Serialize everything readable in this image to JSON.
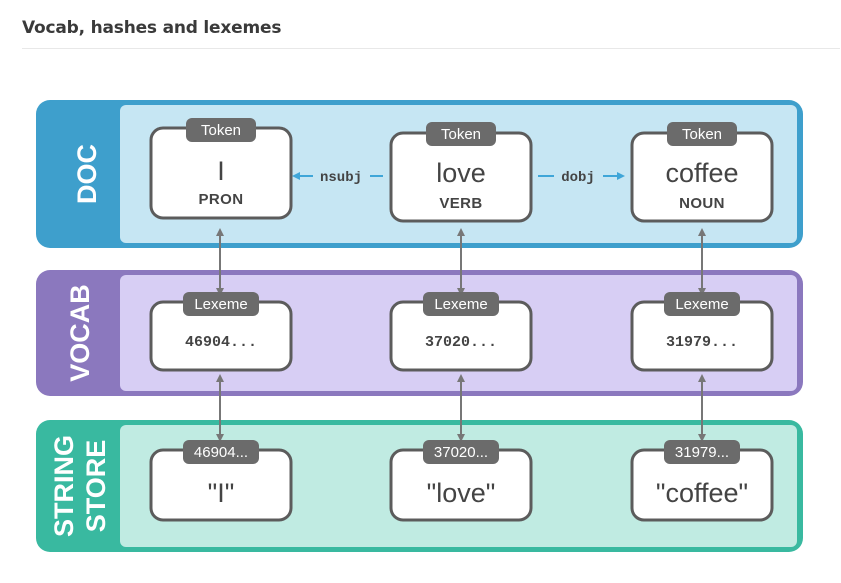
{
  "title": "Vocab, hashes and lexemes",
  "colors": {
    "doc_panel": "#c6e6f3",
    "doc_border": "#3e9fcc",
    "vocab_panel": "#d7cef4",
    "vocab_border": "#8b78be",
    "store_panel": "#c0ebe2",
    "store_border": "#39b9a0",
    "box_border": "#5c5c5c",
    "tag_fill": "#6b6b6b",
    "arrow": "#777777",
    "dep_arrow": "#3fa6d8"
  },
  "doc": {
    "label": "DOC",
    "tokens": [
      {
        "tag": "Token",
        "text": "I",
        "pos": "PRON"
      },
      {
        "tag": "Token",
        "text": "love",
        "pos": "VERB"
      },
      {
        "tag": "Token",
        "text": "coffee",
        "pos": "NOUN"
      }
    ],
    "deps": [
      {
        "label": "nsubj"
      },
      {
        "label": "dobj"
      }
    ]
  },
  "vocab": {
    "label": "VOCAB",
    "lexemes": [
      {
        "tag": "Lexeme",
        "hash": "46904..."
      },
      {
        "tag": "Lexeme",
        "hash": "37020..."
      },
      {
        "tag": "Lexeme",
        "hash": "31979..."
      }
    ]
  },
  "store": {
    "label_line1": "STRING",
    "label_line2": "STORE",
    "strings": [
      {
        "tag": "46904...",
        "text": "\"I\""
      },
      {
        "tag": "37020...",
        "text": "\"love\""
      },
      {
        "tag": "31979...",
        "text": "\"coffee\""
      }
    ]
  }
}
